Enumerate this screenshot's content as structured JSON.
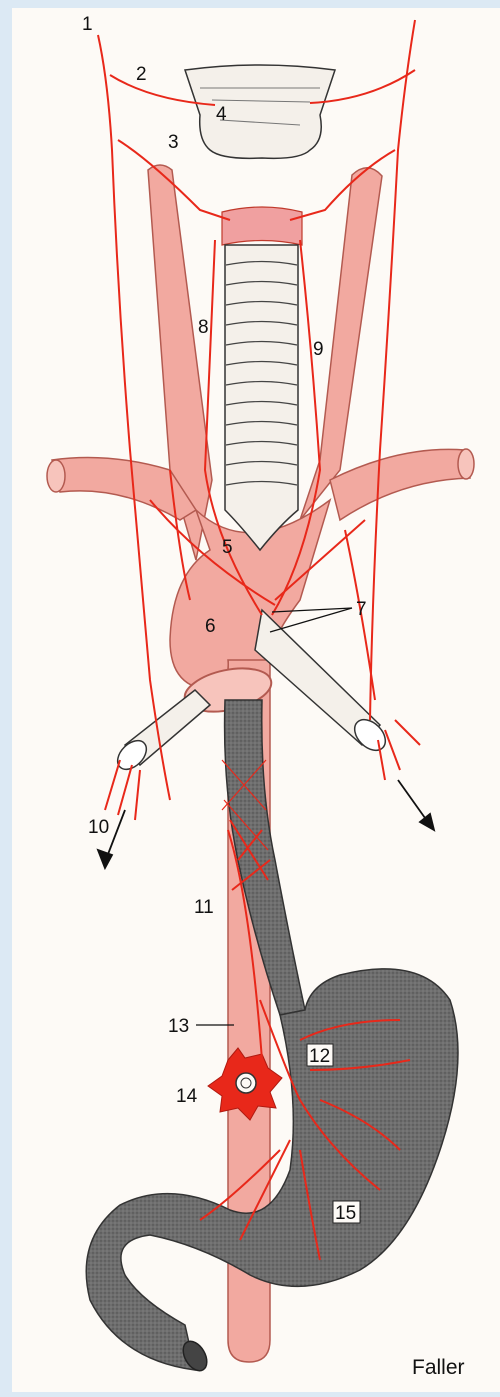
{
  "labels": {
    "l1": "1",
    "l2": "2",
    "l3": "3",
    "l4": "4",
    "l5": "5",
    "l6": "6",
    "l7": "7",
    "l8": "8",
    "l9": "9",
    "l10": "10",
    "l11": "11",
    "l12": "12",
    "l13": "13",
    "l14": "14",
    "l15": "15"
  },
  "credit": "Faller",
  "colors": {
    "artery": "#f2a9a0",
    "nerve": "#e8281a",
    "esophagus": "#707070",
    "cartilage": "#f4f0ea",
    "background": "#dce9f4"
  }
}
